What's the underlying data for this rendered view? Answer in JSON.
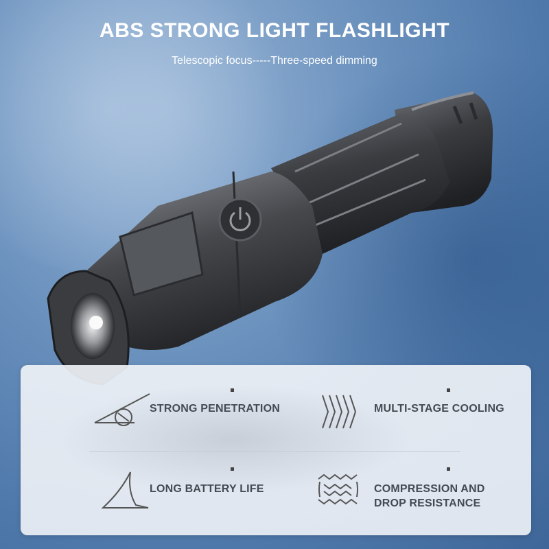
{
  "title": "ABS STRONG LIGHT FLASHLIGHT",
  "subtitle": "Telescopic focus-----Three-speed dimming",
  "features": [
    {
      "label": "STRONG PENETRATION",
      "icon": "beam-icon"
    },
    {
      "label": "MULTI-STAGE COOLING",
      "icon": "cooling-fins-icon"
    },
    {
      "label": "LONG BATTERY LIFE",
      "icon": "fin-icon"
    },
    {
      "label": "COMPRESSION AND DROP RESISTANCE",
      "line1": "COMPRESSION AND",
      "line2": "DROP RESISTANCE",
      "icon": "shock-absorb-icon"
    }
  ],
  "colors": {
    "background": "#5b83b3",
    "panel": "#eaeef3",
    "text": "#444a52",
    "body": "#3b3d40"
  }
}
